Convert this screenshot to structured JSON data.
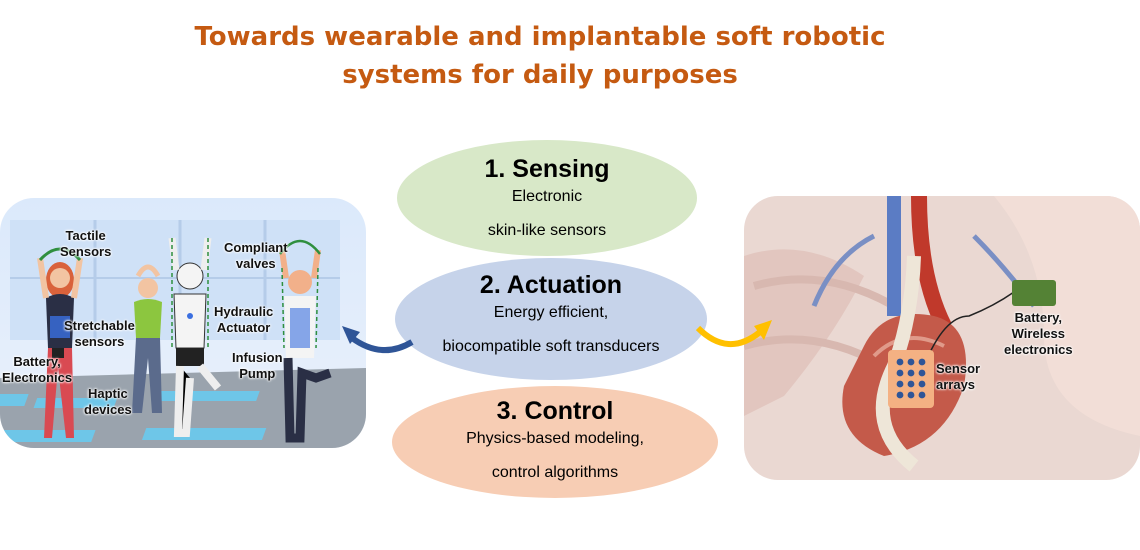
{
  "title": {
    "line1": "Towards wearable and implantable soft robotic",
    "line2": "systems for daily purposes"
  },
  "center": {
    "sensing": {
      "heading": "1. Sensing",
      "line1": "Electronic",
      "line2": "skin-like sensors"
    },
    "actuation": {
      "heading": "2. Actuation",
      "line1": "Energy efficient,",
      "line2": "biocompatible soft transducers"
    },
    "control": {
      "heading": "3. Control",
      "line1": "Physics-based modeling,",
      "line2": "control algorithms"
    }
  },
  "wearable_labels": {
    "tactile": "Tactile\nSensors",
    "compliant": "Compliant\nvalves",
    "stretchable": "Stretchable\nsensors",
    "hydraulic": "Hydraulic\nActuator",
    "battery": "Battery,\nElectronics",
    "infusion": "Infusion\nPump",
    "haptic": "Haptic\ndevices"
  },
  "implant_labels": {
    "battery": "Battery,\nWireless\nelectronics",
    "sensor": "Sensor\narrays"
  },
  "colors": {
    "title": "#c55a11",
    "sensing": "#d8e8c8",
    "actuation": "#c6d3ea",
    "control": "#f7cdb4",
    "left_arrow": "#2f5597",
    "right_arrow": "#ffc000",
    "battery_box": "#548235",
    "sensor_patch": "#f4b183",
    "sensor_dots": "#2f5597"
  },
  "icons": {
    "left_arrow": "curved-arrow-left-icon",
    "right_arrow": "curved-arrow-right-icon"
  }
}
